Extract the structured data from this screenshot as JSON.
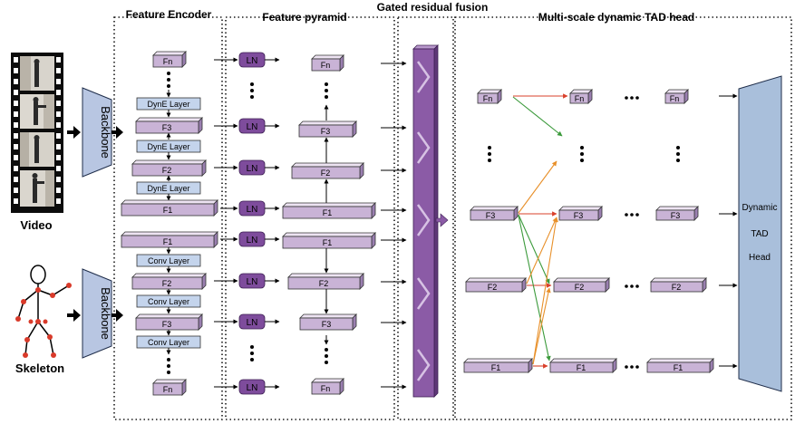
{
  "sections": {
    "feature_encoder": "Feature Encoder",
    "feature_pyramid": "Feature pyramid",
    "gated_fusion": "Gated residual fusion",
    "tad_head": "Multi-scale dynamic TAD head"
  },
  "inputs": {
    "video_label": "Video",
    "skeleton_label": "Skeleton",
    "backbone_label": "Backbone"
  },
  "encoder": {
    "video_features": [
      "Fn",
      "F3",
      "F2",
      "F1"
    ],
    "dyne_layer": "DynE Layer",
    "skeleton_features": [
      "F1",
      "F2",
      "F3",
      "Fn"
    ],
    "conv_layer": "Conv Layer"
  },
  "ln_label": "LN",
  "pyramid": {
    "top_features": [
      "Fn",
      "F3",
      "F2",
      "F1"
    ],
    "bottom_features": [
      "F1",
      "F2",
      "F3",
      "Fn"
    ]
  },
  "head": {
    "in_features": [
      "Fn",
      "F3",
      "F2",
      "F1"
    ],
    "col2_features": [
      "Fn",
      "F3",
      "F2",
      "F1"
    ],
    "col3_features": [
      "Fn",
      "F3",
      "F2",
      "F1"
    ],
    "dynamic_head": [
      "Dynamic",
      "TAD",
      "Head"
    ]
  },
  "colors": {
    "feature_box": "#c9b3d6",
    "feature_top": "#ede3f2",
    "layer_box": "#c4d4ec",
    "ln_box": "#7e4c9c",
    "fusion_bar": "#8b5ba6",
    "backbone": "#b8c6e2",
    "head": "#a9bfdb",
    "arrow_red": "#d9402b",
    "arrow_green": "#3b9a3b",
    "arrow_orange": "#e8902a"
  }
}
